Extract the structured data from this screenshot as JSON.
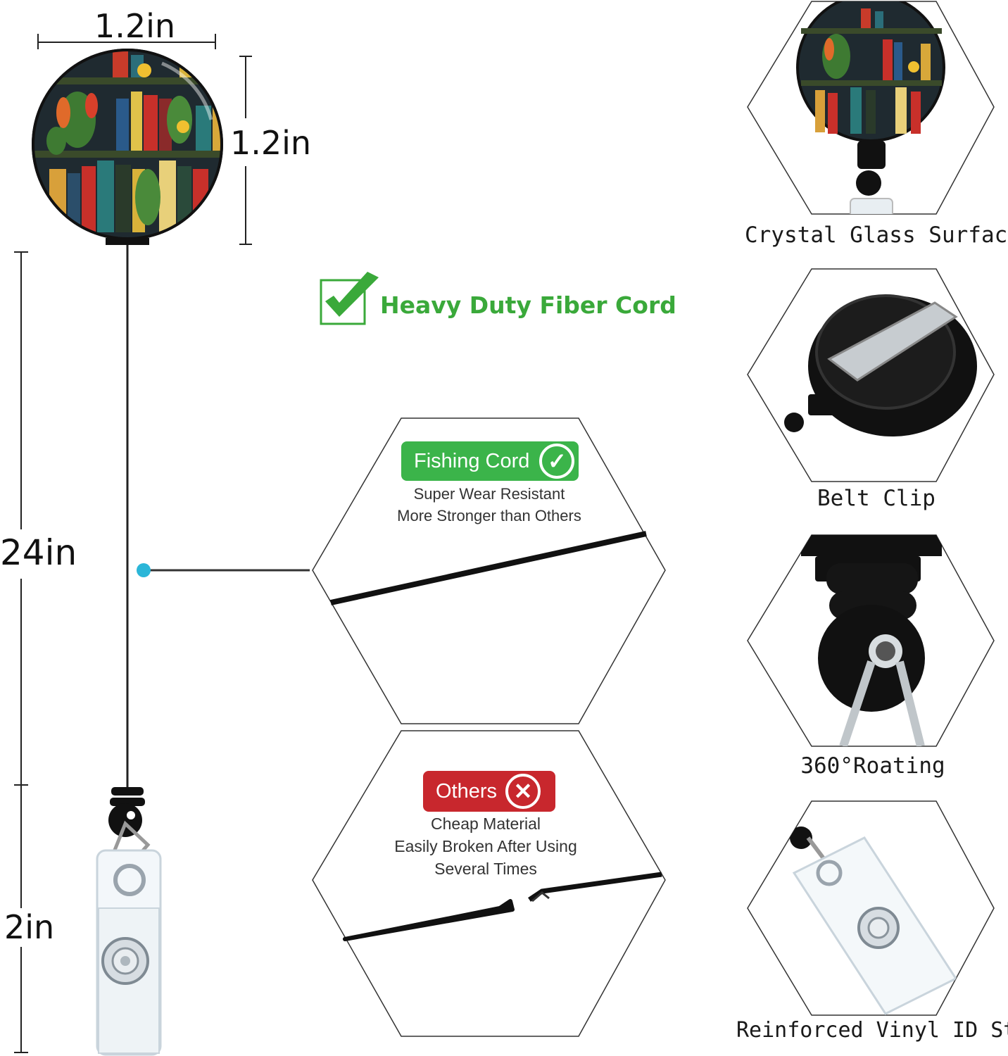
{
  "dimensions": {
    "width_label": "1.2in",
    "height_label": "1.2in",
    "cord_length_label": "24in",
    "strap_length_label": "2in"
  },
  "headline": {
    "text": "Heavy Duty Fiber Cord",
    "color": "#3aa93a"
  },
  "comparison": {
    "good": {
      "badge_label": "Fishing Cord",
      "badge_color": "#3bb44a",
      "lines": [
        "Super Wear Resistant",
        "More Stronger than Others"
      ]
    },
    "bad": {
      "badge_label": "Others",
      "badge_color": "#c8272d",
      "lines": [
        "Cheap Material",
        "Easily Broken After Using",
        "Several Times"
      ]
    }
  },
  "features": [
    {
      "label": "Crystal Glass Surface",
      "icon": "bookshelf-badge-icon"
    },
    {
      "label": "Belt Clip",
      "icon": "belt-clip-icon"
    },
    {
      "label": "360°Roating",
      "icon": "swivel-joint-icon"
    },
    {
      "label": "Reinforced Vinyl ID Strap",
      "icon": "vinyl-strap-icon"
    }
  ],
  "colors": {
    "accent_dot": "#2bb6d8",
    "line": "#222222"
  }
}
